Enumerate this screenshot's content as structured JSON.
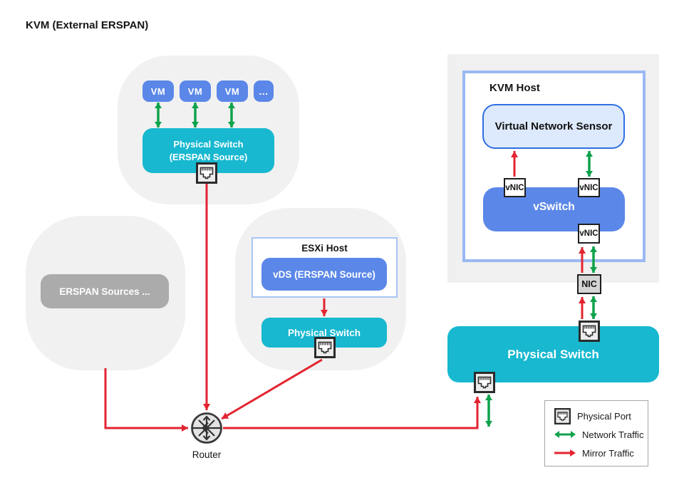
{
  "title": "KVM (External ERSPAN)",
  "colors": {
    "teal": "#17b8d0",
    "node_blue": "#5b87e8",
    "mirror_red": "#e32430",
    "network_green": "#0ea24b",
    "container_gray": "#f1f1f1",
    "kvm_border_blue": "#9ab8f3",
    "esxi_border_blue": "#a8c5f4",
    "sensor_fill": "#dde9fc",
    "sensor_border": "#2f6fe2",
    "nic_gray": "#d4d4d4",
    "sources_gray": "#ababab"
  },
  "kvm_source_group": {
    "vm_labels": [
      "VM",
      "VM",
      "VM"
    ],
    "ellipsis": "...",
    "switch_line1": "Physical Switch",
    "switch_line2": "(ERSPAN Source)"
  },
  "erspan_sources": {
    "label": "ERSPAN Sources ..."
  },
  "esxi": {
    "title": "ESXi Host",
    "vds_label": "vDS (ERSPAN Source)",
    "switch_label": "Physical Switch"
  },
  "kvm_host": {
    "title": "KVM Host",
    "sensor_label": "Virtual Network Sensor",
    "vswitch_label": "vSwitch",
    "vnic_labels": [
      "vNIC",
      "vNIC",
      "vNIC"
    ],
    "nic_label": "NIC"
  },
  "right_switch": {
    "label": "Physical Switch"
  },
  "router": {
    "label": "Router"
  },
  "legend": {
    "physical_port": "Physical Port",
    "network_traffic": "Network Traffic",
    "mirror_traffic": "Mirror Traffic"
  }
}
